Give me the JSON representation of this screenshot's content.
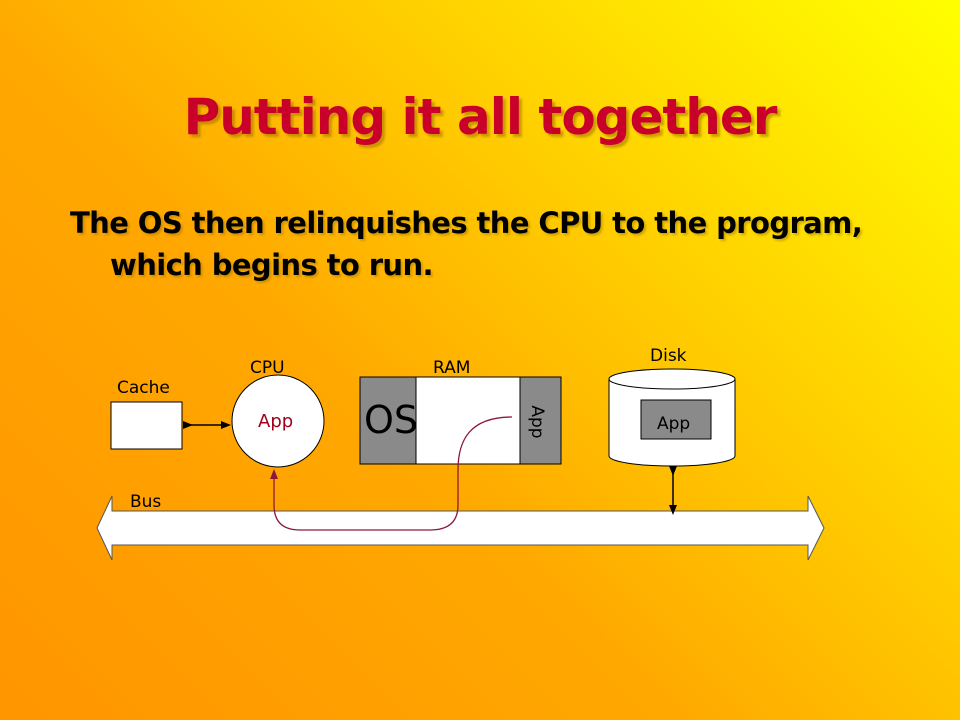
{
  "slide": {
    "title": "Putting it all together",
    "body_line1": "The OS then relinquishes the CPU to the program,",
    "body_line2": "which begins to run."
  },
  "diagram": {
    "cache_label": "Cache",
    "cpu_label": "CPU",
    "cpu_content": "App",
    "ram_label": "RAM",
    "ram_os": "OS",
    "ram_app": "App",
    "disk_label": "Disk",
    "disk_content": "App",
    "bus_label": "Bus"
  },
  "colors": {
    "title": "#c8002a",
    "cpu_app_text": "#a2001a",
    "arrow": "#8b1a3a",
    "ram_segment": "#8a8a8a"
  }
}
